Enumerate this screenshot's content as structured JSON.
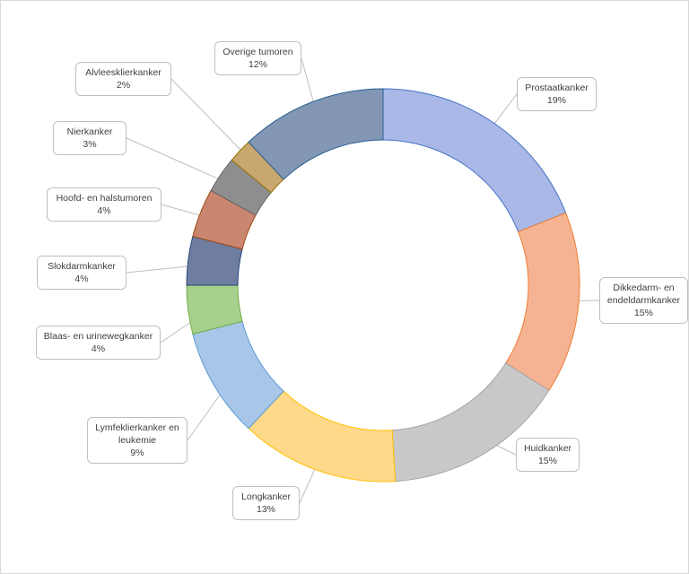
{
  "chart_data": {
    "type": "pie",
    "variant": "doughnut",
    "title": "",
    "start_angle_deg": 0,
    "direction": "clockwise",
    "legend": "none",
    "slices": [
      {
        "name": "Prostaatkanker",
        "pct_label": "19%",
        "value": 19,
        "color": "#a9b8e6",
        "stroke": "#4472c4"
      },
      {
        "name": "Dikkedarm- en endeldarmkanker",
        "pct_label": "15%",
        "value": 15,
        "color": "#f6b394",
        "stroke": "#ed7d31"
      },
      {
        "name": "Huidkanker",
        "pct_label": "15%",
        "value": 15,
        "color": "#c8c8c8",
        "stroke": "#a5a5a5"
      },
      {
        "name": "Longkanker",
        "pct_label": "13%",
        "value": 13,
        "color": "#fed98a",
        "stroke": "#ffc000"
      },
      {
        "name": "Lymfeklierkanker en leukemie",
        "pct_label": "9%",
        "value": 9,
        "color": "#a7c6e8",
        "stroke": "#5b9bd5"
      },
      {
        "name": "Blaas- en urinewegkanker",
        "pct_label": "4%",
        "value": 4,
        "color": "#a7d08c",
        "stroke": "#70ad47"
      },
      {
        "name": "Slokdarmkanker",
        "pct_label": "4%",
        "value": 4,
        "color": "#6f7ea0",
        "stroke": "#264478"
      },
      {
        "name": "Hoofd- en halstumoren",
        "pct_label": "4%",
        "value": 4,
        "color": "#cb8672",
        "stroke": "#9e480e"
      },
      {
        "name": "Nierkanker",
        "pct_label": "3%",
        "value": 3,
        "color": "#8e8e8e",
        "stroke": "#636363"
      },
      {
        "name": "Alvleesklierkanker",
        "pct_label": "2%",
        "value": 2,
        "color": "#c9a770",
        "stroke": "#997300"
      },
      {
        "name": "Overige tumoren",
        "pct_label": "12%",
        "value": 12,
        "color": "#8397b5",
        "stroke": "#255e91"
      }
    ]
  }
}
